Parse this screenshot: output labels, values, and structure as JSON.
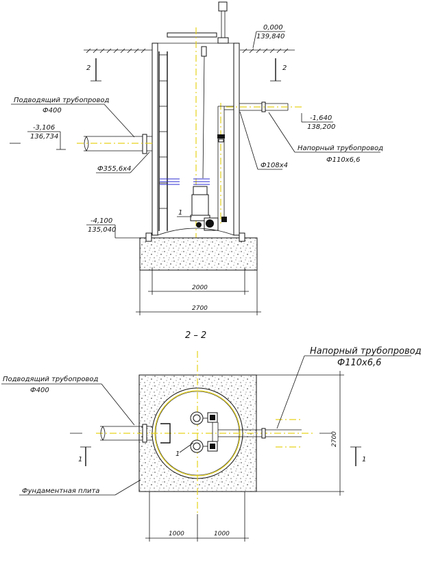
{
  "section": {
    "elev_top": "0,000",
    "elev_top_abs": "139,840",
    "elev_inlet": "-3,106",
    "elev_inlet_abs": "136,734",
    "elev_outlet": "-1,640",
    "elev_outlet_abs": "138,200",
    "elev_bottom": "-4,100",
    "elev_bottom_abs": "135,040",
    "inlet_pipe_label": "Подводящий трубопровод",
    "inlet_pipe_dia": "Ф400",
    "outlet_pipe_label": "Напорный трубопровод",
    "outlet_pipe_dia": "Ф110х6,6",
    "sleeve_inlet": "Ф355,6х4",
    "sleeve_outlet": "Ф108х4",
    "pump_marker": "1",
    "cut_left": "2",
    "cut_right": "2",
    "dim_inner": "2000",
    "dim_outer": "2700"
  },
  "plan": {
    "title": "2 – 2",
    "outlet_pipe_label": "Напорный трубопровод",
    "outlet_pipe_dia": "Ф110х6,6",
    "inlet_pipe_label": "Подводящий трубопровод",
    "inlet_pipe_dia": "Ф400",
    "slab_label": "Фундаментная плита",
    "pump_marker": "1",
    "cut_left": "1",
    "cut_right": "1",
    "dim_right": "2700",
    "dim_left_half": "1000",
    "dim_right_half": "1000"
  }
}
